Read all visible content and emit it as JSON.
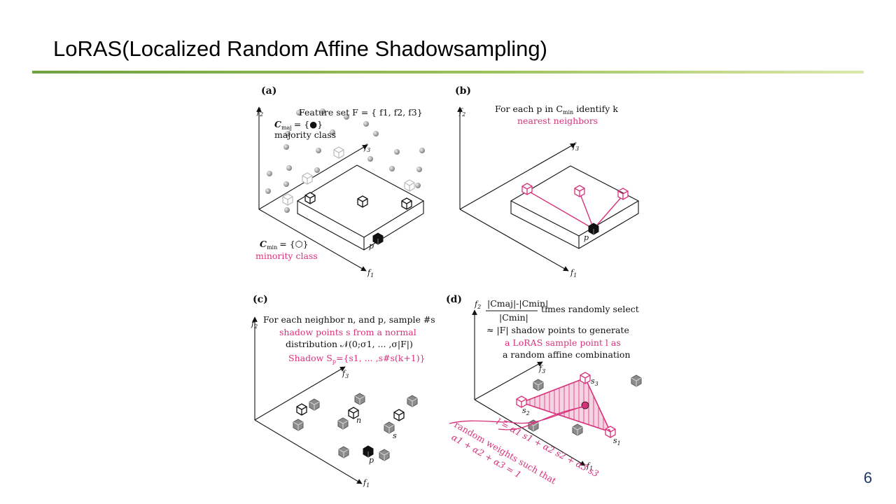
{
  "slide": {
    "title": "LoRAS(Localized Random Affine Shadowsampling)",
    "page_number": "6"
  },
  "axes": {
    "f1": "f",
    "f2": "f",
    "f3": "f",
    "sub1": "1",
    "sub2": "2",
    "sub3": "3"
  },
  "panel_a": {
    "label": "(a)",
    "feature_set": "Feature set F = { f",
    "feature_set_tail": "1, f2, f3}",
    "cmaj": "C",
    "cmaj_sub": "maj",
    "cmaj_def": "= {●}",
    "majority": "majority class",
    "cmin": "C",
    "cmin_sub": "min",
    "cmin_def": "= {⬡}",
    "minority": "minority class",
    "p": "p"
  },
  "panel_b": {
    "label": "(b)",
    "line1": "For each p in C",
    "line1_sub": "min",
    "line1_tail": "identify k",
    "line2": "nearest neighbors",
    "p": "p"
  },
  "panel_c": {
    "label": "(c)",
    "line1": "For each neighbor n, and p, sample #s",
    "line2": "shadow points s from a normal",
    "line3": "distribution 𝒩(0;σ",
    "line3_tail": "1, ... ,σ|F|)",
    "line4": "Shadow S",
    "line4_sub": "p",
    "line4_tail": "={s1, ... ,s#s(k+1)}",
    "n": "n",
    "s": "s",
    "p": "p"
  },
  "panel_d": {
    "label": "(d)",
    "frac_num": "|Cmaj|-|Cmin|",
    "frac_den": "|Cmin|",
    "line1_tail": "times randomly select",
    "line2": "≈ |F| shadow points to generate",
    "line3": "a LoRAS sample point l as",
    "line4": "a random affine combination",
    "s1": "s",
    "s2": "s",
    "s3": "s",
    "eq": "l = α1 s1 + α2 s2 + α3 s3",
    "weights1": "random weights such that",
    "weights2": "α1 + α2 + α3 = 1"
  }
}
